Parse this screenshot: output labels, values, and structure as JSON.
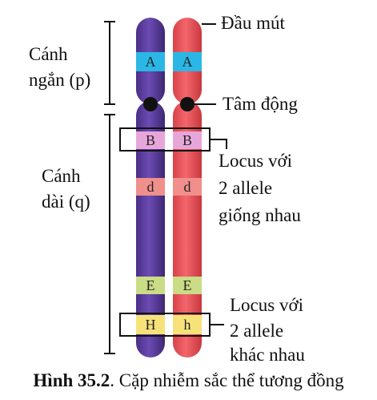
{
  "labels": {
    "arm_p": [
      "Cánh",
      "ngắn (p)"
    ],
    "arm_q": [
      "Cánh",
      "dài (q)"
    ],
    "telomere": "Đầu mút",
    "centromere": "Tâm động",
    "locus_same": [
      "Locus với",
      "2 allele",
      "giống nhau"
    ],
    "locus_diff": [
      "Locus với",
      "2 allele",
      "khác nhau"
    ]
  },
  "chromosomes": [
    {
      "color": "#5a3b9c",
      "bands": [
        "A",
        "B",
        "d",
        "E",
        "H"
      ]
    },
    {
      "color": "#e9545a",
      "bands": [
        "A",
        "B",
        "d",
        "E",
        "h"
      ]
    }
  ],
  "band_colors": {
    "A": "#2bb7e6",
    "B": "#e7a6da",
    "d": "#f08f8b",
    "E": "#cbdc86",
    "H": "#f7e27a",
    "h": "#f7e27a"
  },
  "caption": {
    "bold": "Hình 35.2",
    "text": ". Cặp nhiễm sắc thể tương đồng"
  }
}
